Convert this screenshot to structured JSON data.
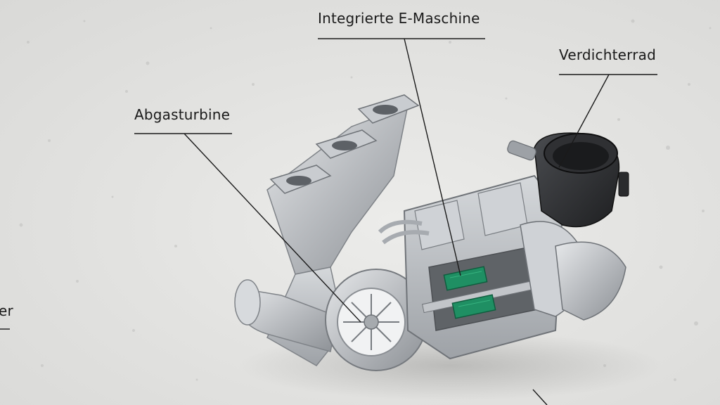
{
  "labels": {
    "e_maschine": "Integrierte E-Maschine",
    "verdichterrad": "Verdichterrad",
    "abgasturbine": "Abgasturbine",
    "partial_left": "er"
  },
  "colors": {
    "background": "#e3e3e1",
    "leader_line": "#1a1a1a",
    "casing": "#b9bcbf",
    "compressor_housing": "#2a2b2d",
    "e_machine_coil": "#1f8f63"
  }
}
